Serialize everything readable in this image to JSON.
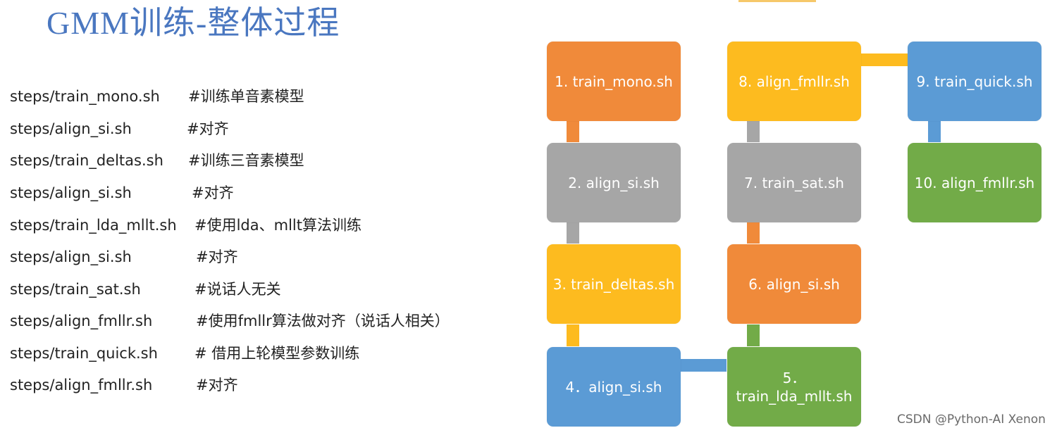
{
  "title": "GMM训练-整体过程",
  "steps": [
    {
      "cmd": "steps/train_mono.sh",
      "comment": "#训练单音素模型"
    },
    {
      "cmd": "steps/align_si.sh",
      "comment": "#对齐"
    },
    {
      "cmd": "steps/train_deltas.sh",
      "comment": "#训练三音素模型"
    },
    {
      "cmd": "steps/align_si.sh",
      "comment": "#对齐"
    },
    {
      "cmd": "steps/train_lda_mllt.sh",
      "comment": "#使用lda、mllt算法训练"
    },
    {
      "cmd": "steps/align_si.sh",
      "comment": "#对齐"
    },
    {
      "cmd": "steps/train_sat.sh",
      "comment": "#说话人无关"
    },
    {
      "cmd": "steps/align_fmllr.sh",
      "comment": "#使用fmllr算法做对齐（说话人相关）"
    },
    {
      "cmd": "steps/train_quick.sh",
      "comment": "# 借用上轮模型参数训练"
    },
    {
      "cmd": "steps/align_fmllr.sh",
      "comment": "#对齐"
    }
  ],
  "flow": [
    {
      "label": "1. train_mono.sh",
      "color": "#f08a3a"
    },
    {
      "label": "2. align_si.sh",
      "color": "#a6a6a6"
    },
    {
      "label": "3. train_deltas.sh",
      "color": "#fdbb1f"
    },
    {
      "label": "4．align_si.sh",
      "color": "#5b9bd5"
    },
    {
      "label": "5．\ntrain_lda_mllt.sh",
      "color": "#72ab48"
    },
    {
      "label": "6. align_si.sh",
      "color": "#f08a3a"
    },
    {
      "label": "7. train_sat.sh",
      "color": "#a6a6a6"
    },
    {
      "label": "8. align_fmllr.sh",
      "color": "#fdbb1f"
    },
    {
      "label": "9. train_quick.sh",
      "color": "#5b9bd5"
    },
    {
      "label": "10. align_fmllr.sh",
      "color": "#72ab48"
    }
  ],
  "watermark": "CSDN @Python-AI Xenon"
}
